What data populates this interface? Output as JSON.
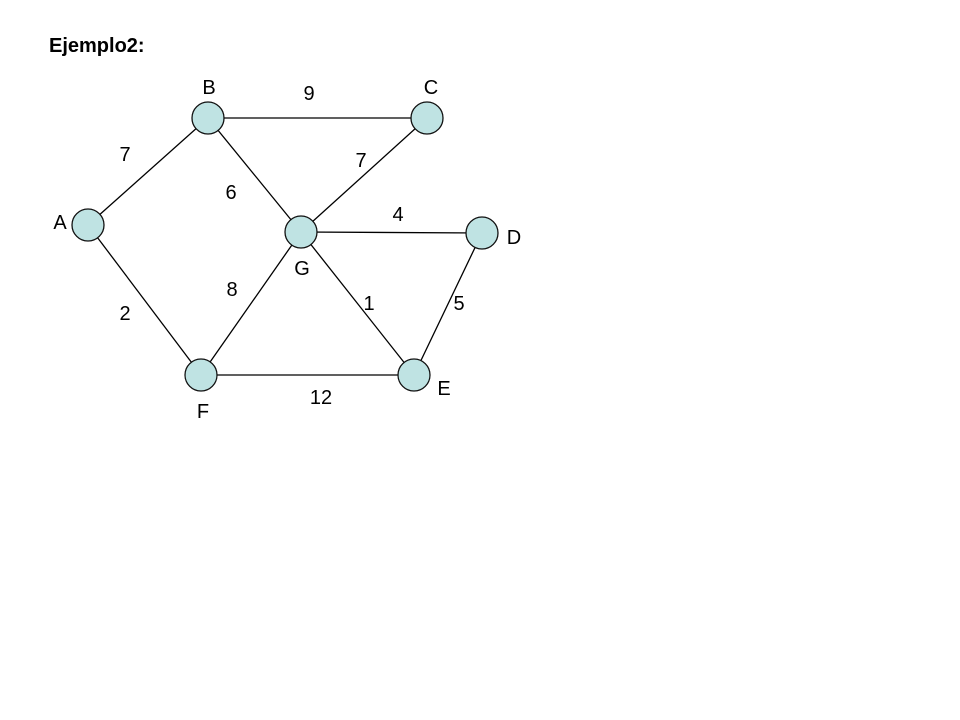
{
  "title": "Ejemplo2:",
  "diagram": {
    "nodes": [
      {
        "id": "A",
        "label": "A"
      },
      {
        "id": "B",
        "label": "B"
      },
      {
        "id": "C",
        "label": "C"
      },
      {
        "id": "D",
        "label": "D"
      },
      {
        "id": "E",
        "label": "E"
      },
      {
        "id": "F",
        "label": "F"
      },
      {
        "id": "G",
        "label": "G"
      }
    ],
    "edges": [
      {
        "from": "A",
        "to": "B",
        "weight": "7"
      },
      {
        "from": "A",
        "to": "F",
        "weight": "2"
      },
      {
        "from": "B",
        "to": "C",
        "weight": "9"
      },
      {
        "from": "B",
        "to": "G",
        "weight": "6"
      },
      {
        "from": "C",
        "to": "G",
        "weight": "7"
      },
      {
        "from": "G",
        "to": "D",
        "weight": "4"
      },
      {
        "from": "G",
        "to": "F",
        "weight": "8"
      },
      {
        "from": "G",
        "to": "E",
        "weight": "1"
      },
      {
        "from": "D",
        "to": "E",
        "weight": "5"
      },
      {
        "from": "F",
        "to": "E",
        "weight": "12"
      }
    ],
    "colors": {
      "node_fill": "#bfe3e3",
      "stroke": "#000000"
    }
  }
}
